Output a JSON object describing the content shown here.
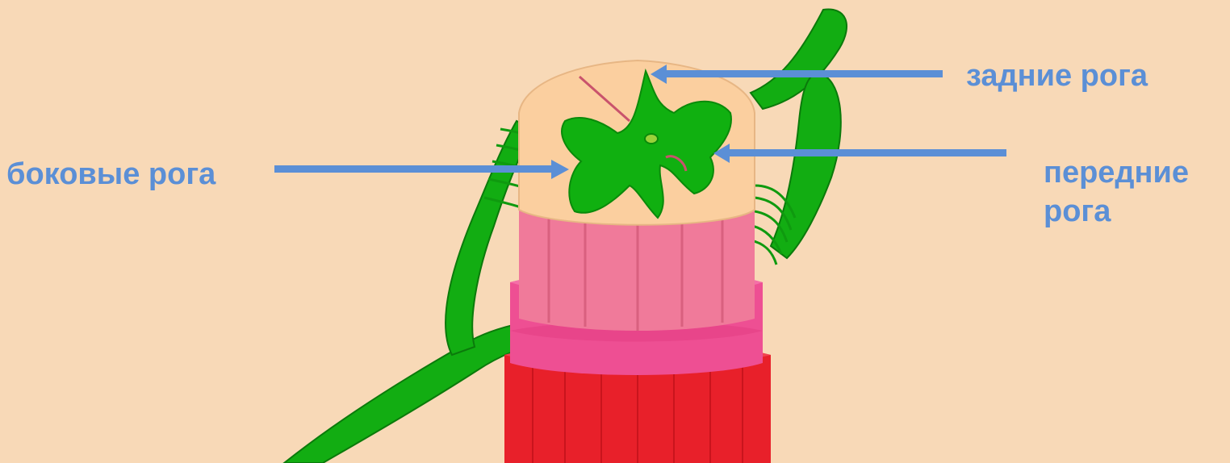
{
  "labels": {
    "posterior_horns": "задние рога",
    "lateral_horns": "боковые рога",
    "anterior_horns_line1": "передние",
    "anterior_horns_line2": "рога"
  },
  "colors": {
    "background": "#f8d9b7",
    "label_text": "#5b8fd6",
    "arrow": "#5b8fd6",
    "gray_matter": "#10b010",
    "white_matter": "#fbcf9f",
    "cord_pink": "#f07a9a",
    "pia_mater": "#ee4f93",
    "dura_mater": "#e8202a"
  }
}
